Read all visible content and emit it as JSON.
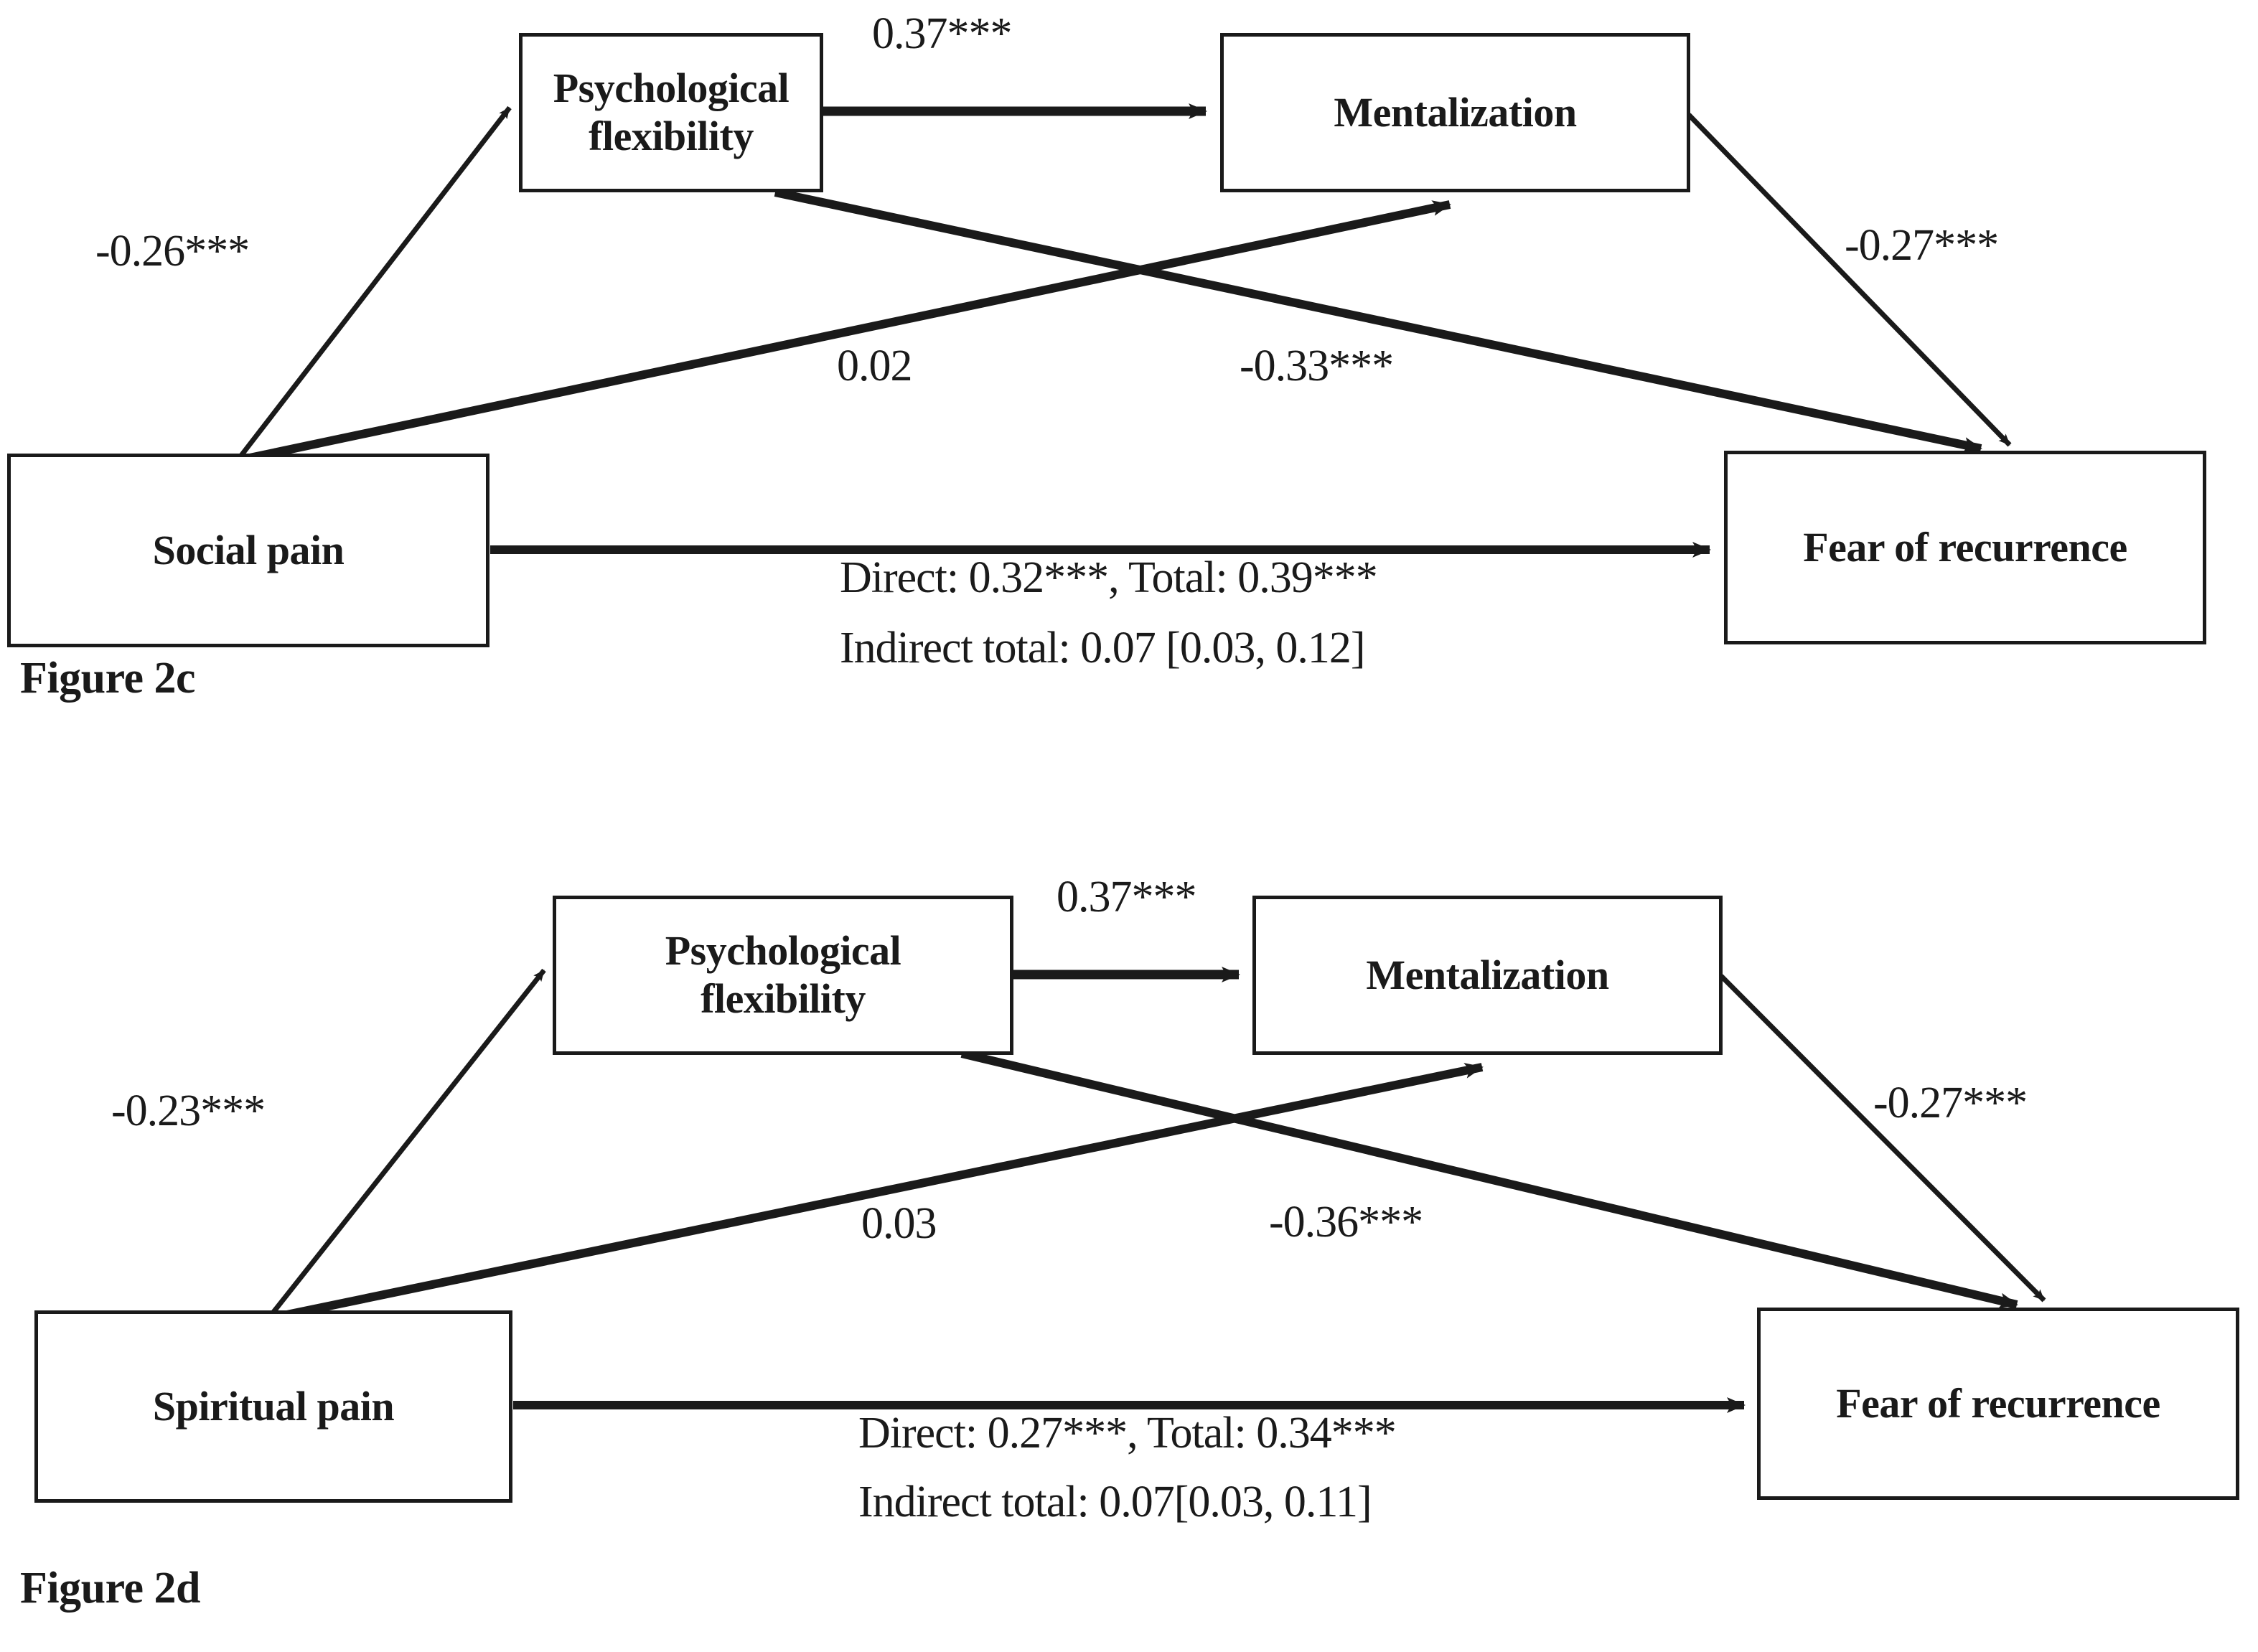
{
  "figure_2c": {
    "caption": "Figure 2c",
    "nodes": {
      "predictor": "Social pain",
      "mediator1_line1": "Psychological",
      "mediator1_line2": "flexibility",
      "mediator2": "Mentalization",
      "outcome": "Fear of recurrence"
    },
    "paths": {
      "predictor_to_flexibility": "-0.26***",
      "flexibility_to_mentalization": "0.37***",
      "predictor_to_mentalization": "0.02",
      "flexibility_to_outcome": "-0.33***",
      "mentalization_to_outcome": "-0.27***"
    },
    "effects": {
      "direct_total_line": "Direct: 0.32***, Total: 0.39***",
      "indirect_total_line": "Indirect total: 0.07 [0.03, 0.12]"
    }
  },
  "figure_2d": {
    "caption": "Figure 2d",
    "nodes": {
      "predictor": "Spiritual pain",
      "mediator1_line1": "Psychological",
      "mediator1_line2": "flexibility",
      "mediator2": "Mentalization",
      "outcome": "Fear of recurrence"
    },
    "paths": {
      "predictor_to_flexibility": "-0.23***",
      "flexibility_to_mentalization": "0.37***",
      "predictor_to_mentalization": "0.03",
      "flexibility_to_outcome": "-0.36***",
      "mentalization_to_outcome": "-0.27***"
    },
    "effects": {
      "direct_total_line": "Direct: 0.27***, Total: 0.34***",
      "indirect_total_line": "Indirect total: 0.07[0.03, 0.11]"
    }
  },
  "chart_data": {
    "type": "diagram",
    "title": "Serial mediation path models (Figure 2c and Figure 2d)",
    "panels": [
      {
        "id": "2c",
        "caption": "Figure 2c",
        "nodes": [
          "Social pain",
          "Psychological flexibility",
          "Mentalization",
          "Fear of recurrence"
        ],
        "edges": [
          {
            "from": "Social pain",
            "to": "Psychological flexibility",
            "coefficient": -0.26,
            "label": "-0.26***",
            "significance": "***"
          },
          {
            "from": "Psychological flexibility",
            "to": "Mentalization",
            "coefficient": 0.37,
            "label": "0.37***",
            "significance": "***"
          },
          {
            "from": "Social pain",
            "to": "Mentalization",
            "coefficient": 0.02,
            "label": "0.02",
            "significance": ""
          },
          {
            "from": "Psychological flexibility",
            "to": "Fear of recurrence",
            "coefficient": -0.33,
            "label": "-0.33***",
            "significance": "***"
          },
          {
            "from": "Mentalization",
            "to": "Fear of recurrence",
            "coefficient": -0.27,
            "label": "-0.27***",
            "significance": "***"
          },
          {
            "from": "Social pain",
            "to": "Fear of recurrence",
            "coefficient": 0.32,
            "label": "Direct: 0.32***",
            "significance": "***"
          }
        ],
        "direct_effect": 0.32,
        "total_effect": 0.39,
        "indirect_total": 0.07,
        "indirect_ci": [
          0.03,
          0.12
        ]
      },
      {
        "id": "2d",
        "caption": "Figure 2d",
        "nodes": [
          "Spiritual pain",
          "Psychological flexibility",
          "Mentalization",
          "Fear of recurrence"
        ],
        "edges": [
          {
            "from": "Spiritual pain",
            "to": "Psychological flexibility",
            "coefficient": -0.23,
            "label": "-0.23***",
            "significance": "***"
          },
          {
            "from": "Psychological flexibility",
            "to": "Mentalization",
            "coefficient": 0.37,
            "label": "0.37***",
            "significance": "***"
          },
          {
            "from": "Spiritual pain",
            "to": "Mentalization",
            "coefficient": 0.03,
            "label": "0.03",
            "significance": ""
          },
          {
            "from": "Psychological flexibility",
            "to": "Fear of recurrence",
            "coefficient": -0.36,
            "label": "-0.36***",
            "significance": "***"
          },
          {
            "from": "Mentalization",
            "to": "Fear of recurrence",
            "coefficient": -0.27,
            "label": "-0.27***",
            "significance": "***"
          },
          {
            "from": "Spiritual pain",
            "to": "Fear of recurrence",
            "coefficient": 0.27,
            "label": "Direct: 0.27***",
            "significance": "***"
          }
        ],
        "direct_effect": 0.27,
        "total_effect": 0.34,
        "indirect_total": 0.07,
        "indirect_ci": [
          0.03,
          0.11
        ]
      }
    ]
  }
}
